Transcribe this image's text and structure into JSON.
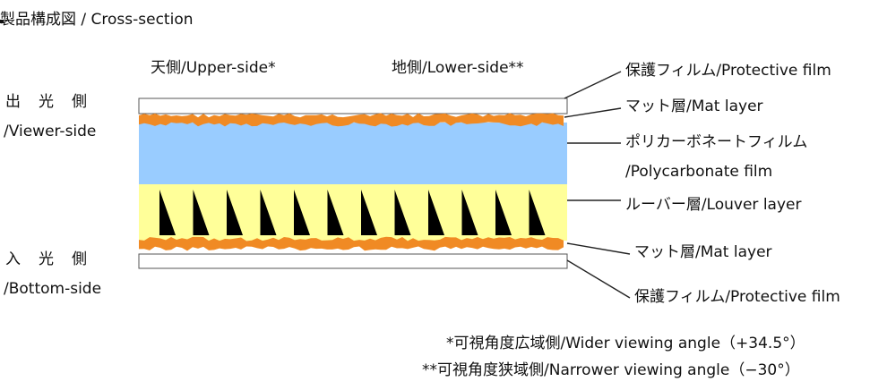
{
  "title": "製品構成図 / Cross-section",
  "top_labels": {
    "upper": "天側/Upper-side*",
    "lower": "地側/Lower-side**"
  },
  "side_labels": {
    "viewer_jp": "出光側",
    "viewer_en": "/Viewer-side",
    "bottom_jp": "入光側",
    "bottom_en": "/Bottom-side"
  },
  "layer_labels": {
    "protective_film_top": "保護フィルム/Protective film",
    "mat_layer_top": "マット層/Mat layer",
    "polycarbonate_jp": "ポリカーボネートフィルム",
    "polycarbonate_en": "/Polycarbonate film",
    "louver": "ルーバー層/Louver layer",
    "mat_layer_bottom": "マット層/Mat layer",
    "protective_film_bottom": "保護フィルム/Protective film"
  },
  "notes": {
    "wider": "*可視角度広域側/Wider viewing angle（+34.5°）",
    "narrower": "**可視角度狭域側/Narrower viewing angle（−30°）"
  },
  "colors": {
    "protective": "#ffffff",
    "mat": "#f08a24",
    "polycarbonate": "#99ccff",
    "louver_bg": "#ffff99",
    "louver_fin": "#000000",
    "outline": "#555555"
  }
}
